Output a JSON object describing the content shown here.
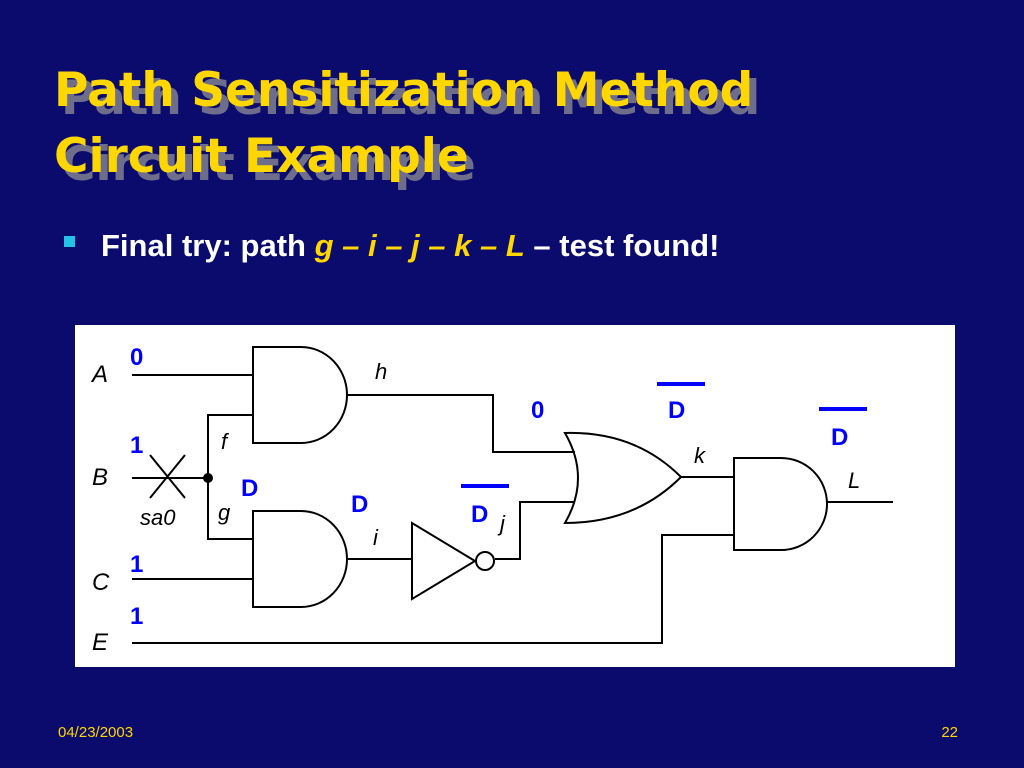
{
  "slide": {
    "title_lines": [
      "Path Sensitization  Method",
      "Circuit Example"
    ],
    "bullet": {
      "prefix": "Final try: path ",
      "path": "g – i – j – k – L",
      "suffix": " – test found!"
    },
    "footer": {
      "date": "04/23/2003",
      "page": "22"
    }
  },
  "circuit": {
    "inputs": {
      "A": "A",
      "B": "B",
      "C": "C",
      "E": "E"
    },
    "nets": {
      "h": "h",
      "f": "f",
      "g": "g",
      "i": "i",
      "j": "j",
      "k": "k",
      "L": "L"
    },
    "fault": "sa0",
    "values": {
      "A": "0",
      "B": "1",
      "C": "1",
      "E": "1",
      "g": "D",
      "i": "D",
      "j": "D",
      "h": "0",
      "k": "D",
      "L": "D"
    },
    "colors": {
      "value": "#0000ff",
      "title": "#ffd700",
      "bullet": "#22c3e6",
      "background": "#0b0b6e"
    }
  }
}
